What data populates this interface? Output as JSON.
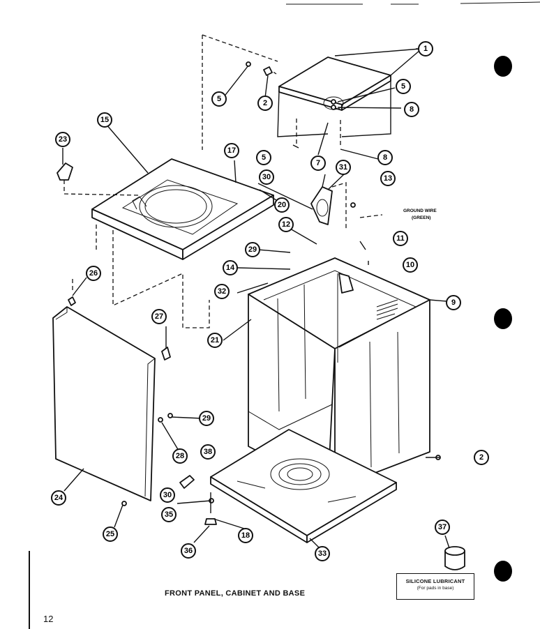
{
  "caption": "FRONT PANEL, CABINET AND BASE",
  "page_number": "12",
  "notes": {
    "ground_wire": "GROUND WIRE",
    "ground_wire_sub": "(GREEN)",
    "lubricant_title": "SILICONE LUBRICANT",
    "lubricant_sub": "(For pads in base)"
  },
  "callouts": [
    "1",
    "5",
    "2",
    "5",
    "8",
    "5",
    "7",
    "8",
    "15",
    "23",
    "17",
    "31",
    "30",
    "13",
    "20",
    "12",
    "11",
    "29",
    "14",
    "10",
    "26",
    "32",
    "9",
    "27",
    "21",
    "29",
    "28",
    "2",
    "38",
    "30",
    "24",
    "35",
    "18",
    "25",
    "36",
    "33",
    "37"
  ]
}
